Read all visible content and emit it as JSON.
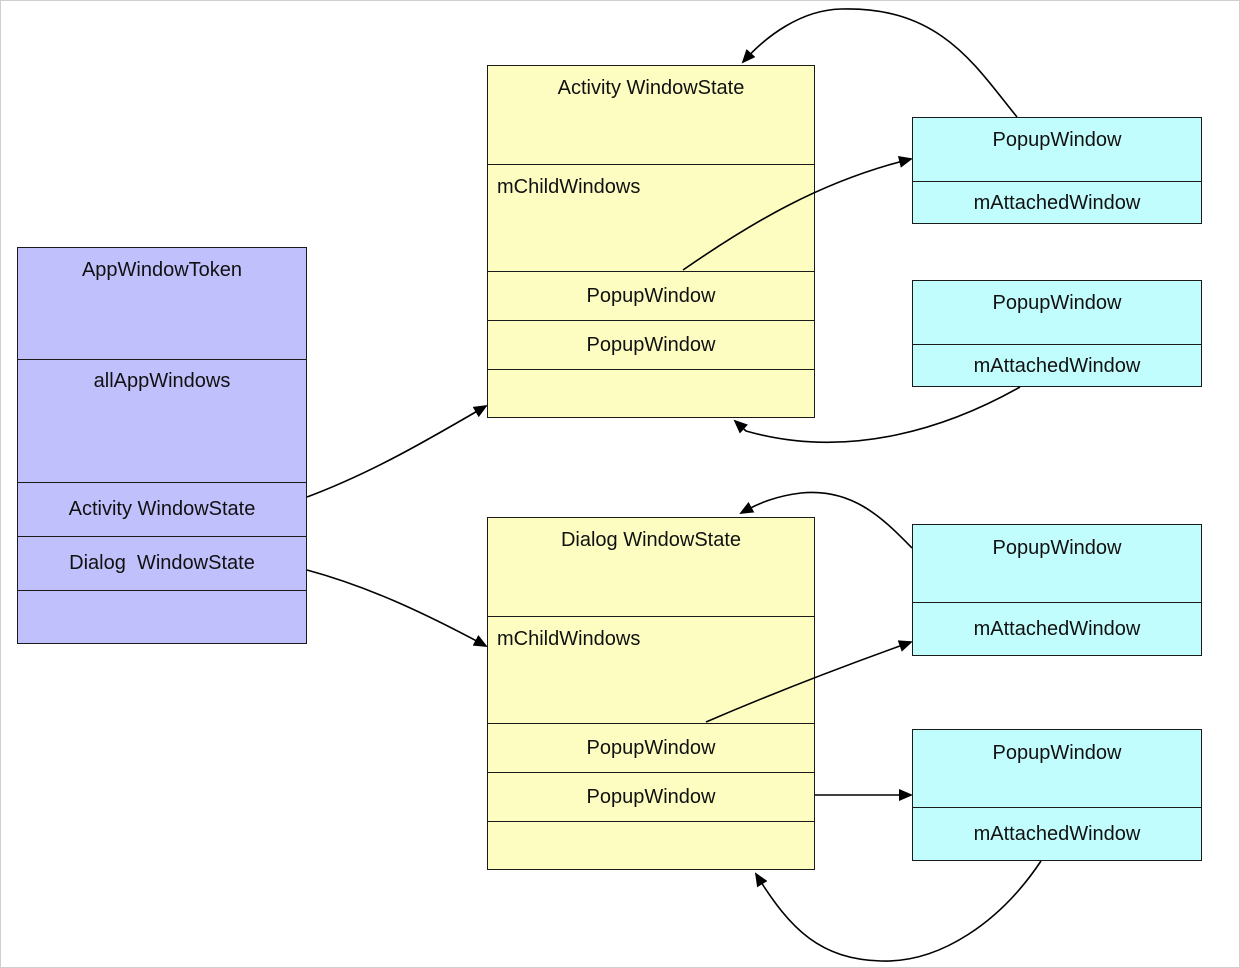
{
  "token": {
    "title": "AppWindowToken",
    "list_label": "allAppWindows",
    "items": [
      "Activity WindowState",
      "Dialog  WindowState"
    ]
  },
  "activity_state": {
    "title": "Activity WindowState",
    "list_label": "mChildWindows",
    "items": [
      "PopupWindow",
      "PopupWindow"
    ]
  },
  "dialog_state": {
    "title": "Dialog WindowState",
    "list_label": "mChildWindows",
    "items": [
      "PopupWindow",
      "PopupWindow"
    ]
  },
  "popups": [
    {
      "title": "PopupWindow",
      "field": "mAttachedWindow"
    },
    {
      "title": "PopupWindow",
      "field": "mAttachedWindow"
    },
    {
      "title": "PopupWindow",
      "field": "mAttachedWindow"
    },
    {
      "title": "PopupWindow",
      "field": "mAttachedWindow"
    }
  ],
  "colors": {
    "token_fill": "#c0c0fd",
    "state_fill": "#fdfdc2",
    "popup_fill": "#c2fdfd",
    "stroke": "#1a1a1a"
  }
}
